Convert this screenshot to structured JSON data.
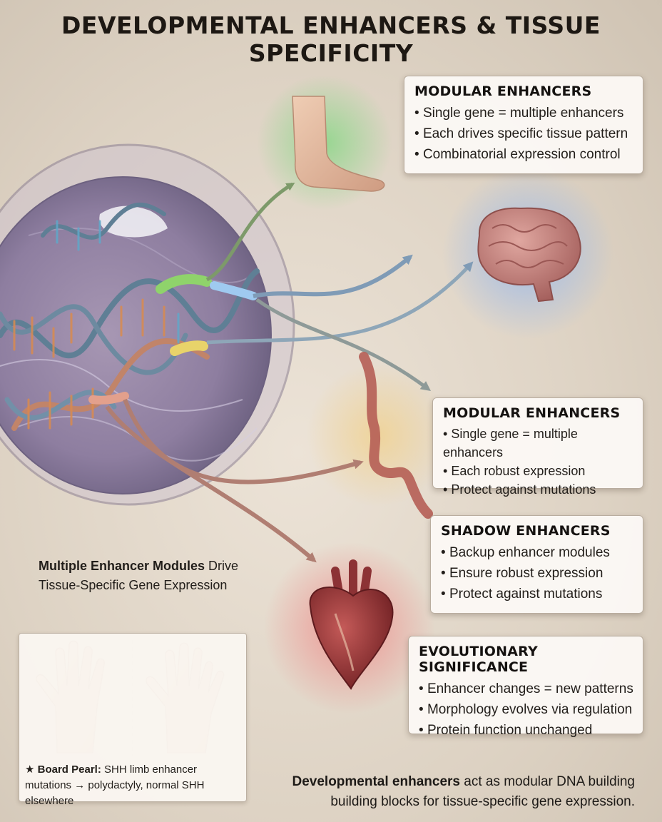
{
  "title": "DEVELOPMENTAL ENHANCERS & TISSUE SPECIFICITY",
  "panels": [
    {
      "heading": "MODULAR ENHANCERS",
      "items": [
        "Single gene = multiple enhancers",
        "Each drives specific tissue pattern",
        "Combinatorial expression control"
      ]
    },
    {
      "heading": "MODULAR ENHANCERS",
      "items": [
        "Single gene = multiple enhancers",
        "Each robust expression",
        "Protect against mutations"
      ]
    },
    {
      "heading": "SHADOW ENHANCERS",
      "items": [
        "Backup enhancer modules",
        "Ensure robust expression",
        "Protect against mutations"
      ]
    },
    {
      "heading": "EVOLUTIONARY SIGNIFICANCE",
      "items": [
        "Enhancer changes = new patterns",
        "Morphology evolves via regulation",
        "Protein function unchanged"
      ]
    }
  ],
  "caption": {
    "bold": "Multiple Enhancer Modules",
    "rest": " Drive Tissue-Specific Gene Expression"
  },
  "pearl": {
    "star": "★",
    "label": "Board Pearl:",
    "text": " SHH limb enhancer mutations → polydactyly, normal SHH elsewhere"
  },
  "footer": {
    "bold": "Developmental enhancers",
    "rest": " act as modular DNA building building blocks for tissue-specific gene expression."
  },
  "colors": {
    "limb_glow": "#7fd67f",
    "brain_glow": "#8fb4ef",
    "gut_glow": "#f2cf84",
    "heart_glow": "#ef8a8a",
    "enhancer_green": "#8fd36b",
    "enhancer_blue": "#9fcaf0",
    "enhancer_yellow": "#e8d36a",
    "enhancer_red": "#e3a08c"
  }
}
